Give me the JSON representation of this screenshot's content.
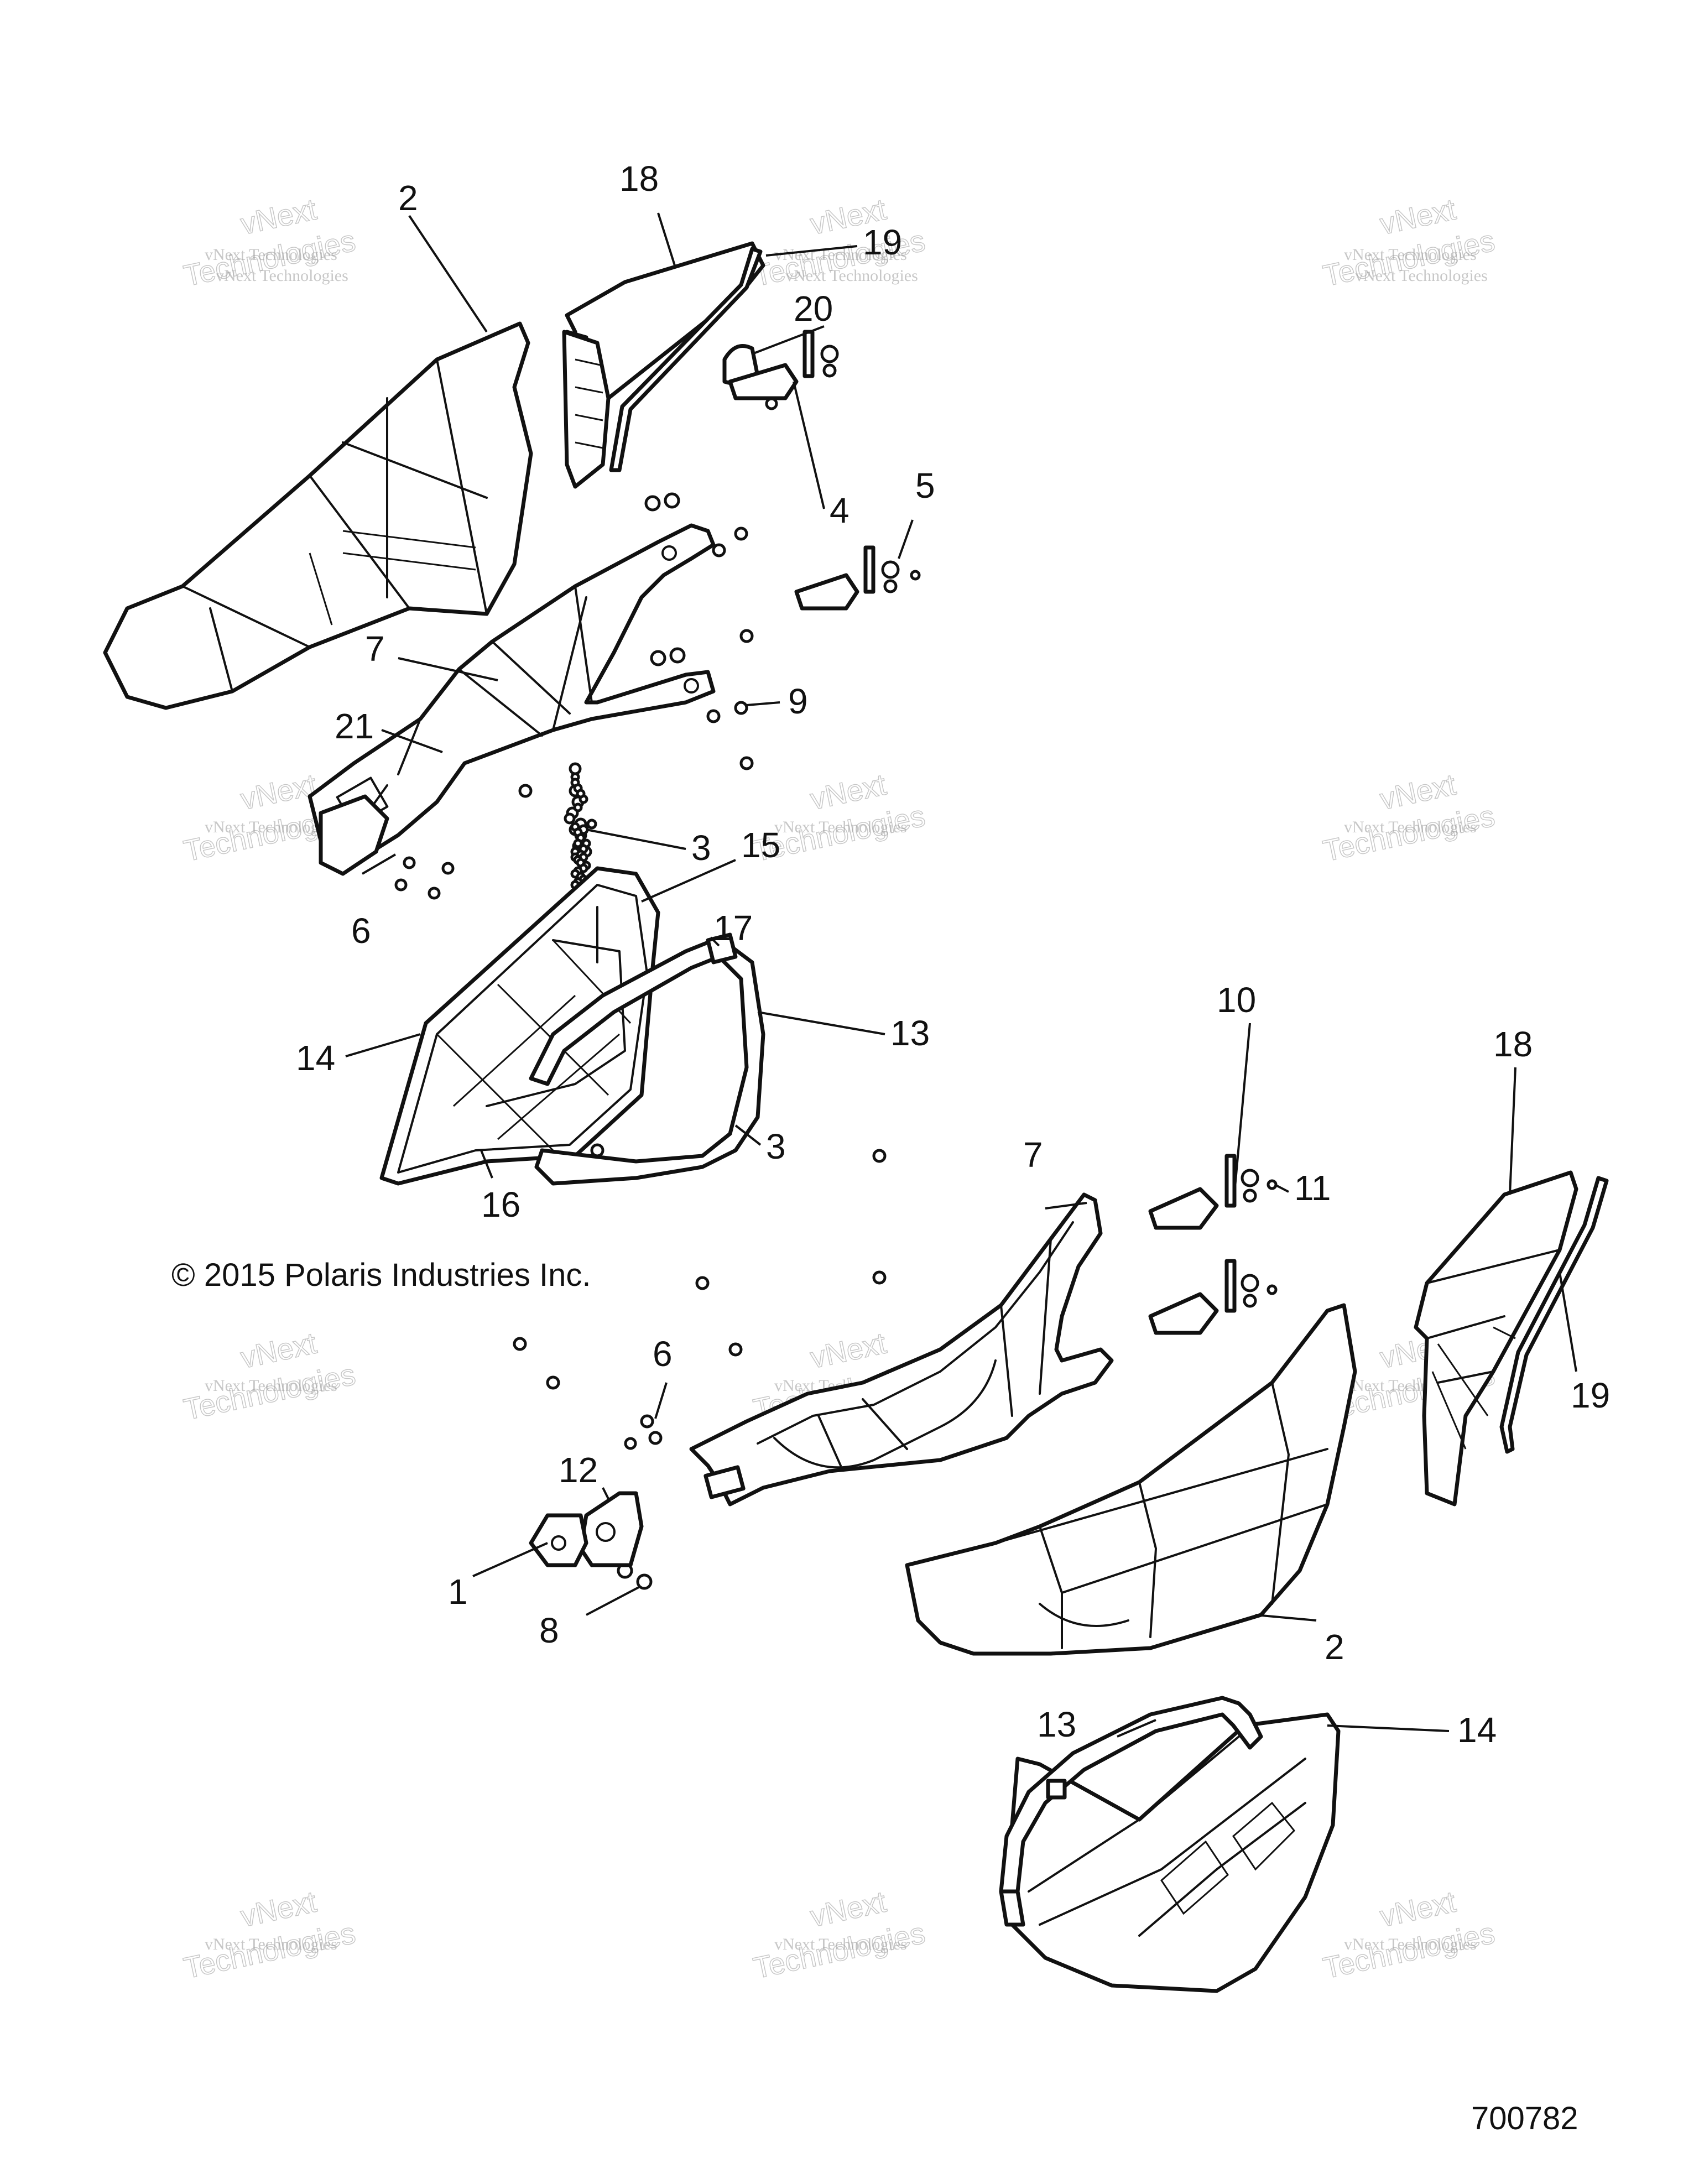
{
  "copyright": "© 2015 Polaris Industries Inc.",
  "document_number": "700782",
  "watermark": {
    "line_small": "vNext Technologies",
    "line_big_1": "vNext",
    "line_big_2": "Technologies"
  },
  "callouts": [
    {
      "id": "c2-top",
      "text": "2"
    },
    {
      "id": "c18-top",
      "text": "18"
    },
    {
      "id": "c19-top",
      "text": "19"
    },
    {
      "id": "c20",
      "text": "20"
    },
    {
      "id": "c4",
      "text": "4"
    },
    {
      "id": "c5",
      "text": "5"
    },
    {
      "id": "c7-top",
      "text": "7"
    },
    {
      "id": "c9",
      "text": "9"
    },
    {
      "id": "c21",
      "text": "21"
    },
    {
      "id": "c3-top",
      "text": "3"
    },
    {
      "id": "c15",
      "text": "15"
    },
    {
      "id": "c6-top",
      "text": "6"
    },
    {
      "id": "c17",
      "text": "17"
    },
    {
      "id": "c13-top",
      "text": "13"
    },
    {
      "id": "c14-top",
      "text": "14"
    },
    {
      "id": "c3-mid",
      "text": "3"
    },
    {
      "id": "c16",
      "text": "16"
    },
    {
      "id": "c10",
      "text": "10"
    },
    {
      "id": "c11",
      "text": "11"
    },
    {
      "id": "c7-mid",
      "text": "7"
    },
    {
      "id": "c18-right",
      "text": "18"
    },
    {
      "id": "c19-right",
      "text": "19"
    },
    {
      "id": "c6-mid",
      "text": "6"
    },
    {
      "id": "c12",
      "text": "12"
    },
    {
      "id": "c1",
      "text": "1"
    },
    {
      "id": "c8",
      "text": "8"
    },
    {
      "id": "c2-bottom",
      "text": "2"
    },
    {
      "id": "c13-bottom",
      "text": "13"
    },
    {
      "id": "c14-bottom",
      "text": "14"
    }
  ]
}
